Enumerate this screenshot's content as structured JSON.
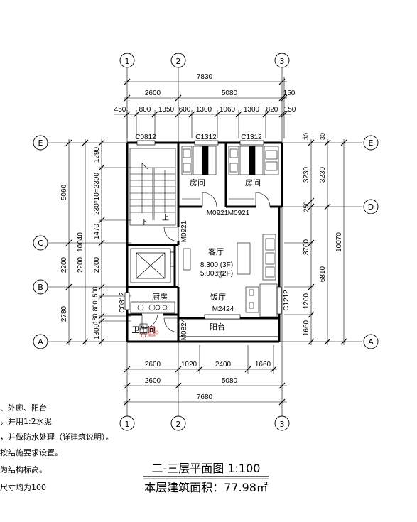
{
  "axes": {
    "top": [
      "1",
      "2",
      "3"
    ],
    "side": [
      "E",
      "D",
      "C",
      "B",
      "A"
    ]
  },
  "dims": {
    "top_total": "7830",
    "top_mid": [
      "2600",
      "5080",
      "150"
    ],
    "top_detail": [
      "450",
      "800",
      "1350",
      "600",
      "1300",
      "1060",
      "1300",
      "820",
      "150"
    ],
    "bottom_detail": [
      "2600",
      "1020",
      "2400",
      "1660"
    ],
    "bottom_mid": [
      "2600",
      "5080"
    ],
    "bottom_total": "7680",
    "left_outer": [
      "5060",
      "2200",
      "2780"
    ],
    "left_total": "10040",
    "left_inner": [
      "1290",
      "230*10=2300",
      "1470",
      "2200",
      "500",
      "800",
      "180",
      "1300"
    ],
    "right_inner": [
      "3230",
      "250",
      "3700",
      "1200",
      "1660"
    ],
    "right_mid": [
      "3230",
      "6810"
    ],
    "right_total": "10070",
    "right_top": [
      "30",
      "30"
    ]
  },
  "openings": {
    "win_top": [
      "C0812",
      "C1312",
      "C1312"
    ],
    "doors_room": [
      "M0921",
      "M0921"
    ],
    "door_living": "M0921",
    "win_kitchen": "C0812",
    "door_bath": "M0824",
    "win_right": "C1212",
    "door_main": "M2424"
  },
  "rooms": {
    "bedroom1": "房间",
    "bedroom2": "房间",
    "living": "客厅",
    "elev3": "8.300 (3F)",
    "elev2": "5.000 (2F)",
    "kitchen": "厨房",
    "dining": "饭厅",
    "bath": "卫生间",
    "balcony": "阳台",
    "stair_down": "下",
    "stair_up": "上"
  },
  "notes": [
    "、外廊、阳台",
    "，并用1:2水泥",
    "，并做防水处理（详建筑说明）。",
    "按结施要求设置。",
    "为结构标高。",
    "尺寸均为100"
  ],
  "title": "二-三层平面图   1:100",
  "area": "本层建筑面积：77.98㎡"
}
